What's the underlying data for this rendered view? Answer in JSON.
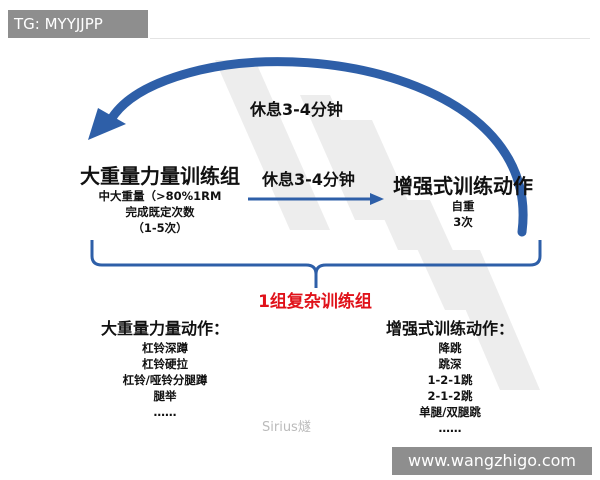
{
  "banner": "TG: MYYJJPP",
  "watermark": "Sirius",
  "loop_rest": "休息3-4分钟",
  "left_box": {
    "title": "大重量力量训练组",
    "lines": [
      "中大重量（>80%1RM",
      "完成既定次数",
      "（1-5次）"
    ]
  },
  "middle_rest": "休息3-4分钟",
  "right_box": {
    "title": "增强式训练动作",
    "lines": [
      "自重",
      "3次"
    ]
  },
  "group_label": "1组复杂训练组",
  "left_list": {
    "title": "大重量力量动作：",
    "items": [
      "杠铃深蹲",
      "杠铃硬拉",
      "杠铃/哑铃分腿蹲",
      "腿举",
      "……"
    ]
  },
  "right_list": {
    "title": "增强式训练动作：",
    "items": [
      "降跳",
      "跳深",
      "1-2-1跳",
      "2-1-2跳",
      "单腿/双腿跳",
      "……"
    ]
  },
  "weibo_mark": "Sirius燧",
  "site": "www.wangzhigo.com",
  "colors": {
    "arrow": "#2e5fa8",
    "label_red": "#e0121a"
  }
}
